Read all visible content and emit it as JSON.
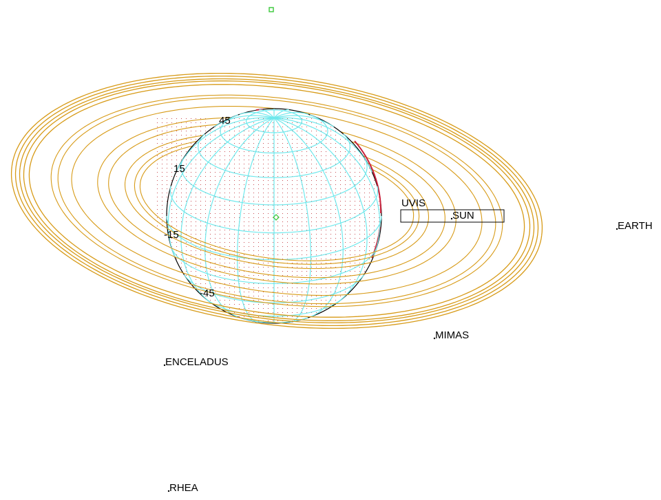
{
  "colors": {
    "background": "#ffffff",
    "rings": "#d79a16",
    "grid": "#6fe8ec",
    "limb": "#000000",
    "terminator": "#c8203a",
    "dots": "#c84a50",
    "marker": "#44cc44"
  },
  "latitude_labels": [
    "45",
    "15",
    "-15",
    "-45"
  ],
  "instrument": {
    "name": "UVIS"
  },
  "bodies": [
    {
      "name": "SUN",
      "label": "SUN"
    },
    {
      "name": "EARTH",
      "label": "EARTH"
    },
    {
      "name": "MIMAS",
      "label": "MIMAS"
    },
    {
      "name": "ENCELADUS",
      "label": "ENCELADUS"
    },
    {
      "name": "RHEA",
      "label": "RHEA"
    }
  ],
  "markers": [
    {
      "name": "boresight-marker",
      "shape": "square"
    },
    {
      "name": "subpoint-marker",
      "shape": "diamond"
    }
  ]
}
